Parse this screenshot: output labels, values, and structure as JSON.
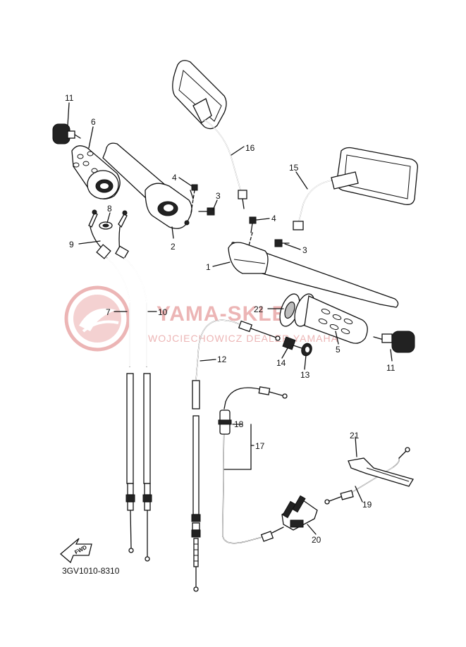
{
  "diagram": {
    "labels": [
      {
        "id": "l11a",
        "text": "11"
      },
      {
        "id": "l6",
        "text": "6"
      },
      {
        "id": "l4a",
        "text": "4"
      },
      {
        "id": "l3a",
        "text": "3"
      },
      {
        "id": "l8",
        "text": "8"
      },
      {
        "id": "l9",
        "text": "9"
      },
      {
        "id": "l2",
        "text": "2"
      },
      {
        "id": "l16",
        "text": "16"
      },
      {
        "id": "l15",
        "text": "15"
      },
      {
        "id": "l4b",
        "text": "4"
      },
      {
        "id": "l3b",
        "text": "3"
      },
      {
        "id": "l1",
        "text": "1"
      },
      {
        "id": "l7",
        "text": "7"
      },
      {
        "id": "l10",
        "text": "10"
      },
      {
        "id": "l22",
        "text": "22"
      },
      {
        "id": "l5",
        "text": "5"
      },
      {
        "id": "l11b",
        "text": "11"
      },
      {
        "id": "l14",
        "text": "14"
      },
      {
        "id": "l13",
        "text": "13"
      },
      {
        "id": "l12",
        "text": "12"
      },
      {
        "id": "l18",
        "text": "18"
      },
      {
        "id": "l17",
        "text": "17"
      },
      {
        "id": "l21",
        "text": "21"
      },
      {
        "id": "l19",
        "text": "19"
      },
      {
        "id": "l20",
        "text": "20"
      }
    ],
    "fwd_label": "FWD",
    "diagram_code": "3GV1010-8310"
  },
  "watermark": {
    "title": "YAMA-SKLEP.PL",
    "subtitle": "WOJCIECHOWICZ DEALER YAMAHA"
  },
  "colors": {
    "line": "#111111",
    "watermark": "#e9a9a9"
  }
}
